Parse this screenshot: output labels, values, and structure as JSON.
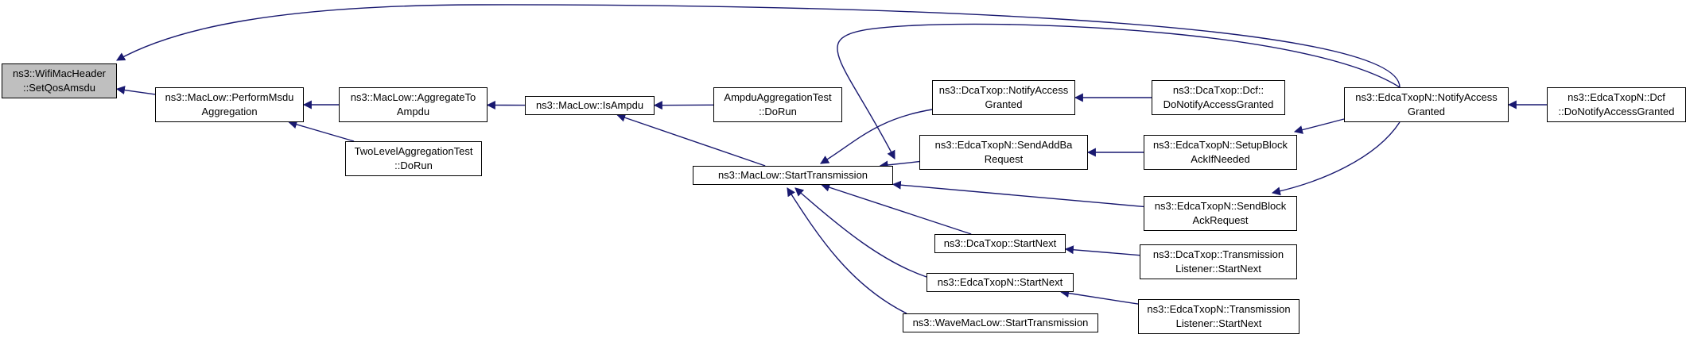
{
  "graph": {
    "nodes": [
      {
        "id": "setqos",
        "lines": [
          "ns3::WifiMacHeader",
          "::SetQosAmsdu"
        ],
        "focus": true
      },
      {
        "id": "perform",
        "lines": [
          "ns3::MacLow::PerformMsdu",
          "Aggregation"
        ]
      },
      {
        "id": "aggregate",
        "lines": [
          "ns3::MacLow::AggregateTo",
          "Ampdu"
        ]
      },
      {
        "id": "twolevel",
        "lines": [
          "TwoLevelAggregationTest",
          "::DoRun"
        ]
      },
      {
        "id": "isampdu",
        "lines": [
          "ns3::MacLow::IsAmpdu"
        ]
      },
      {
        "id": "ampdutest",
        "lines": [
          "AmpduAggregationTest",
          "::DoRun"
        ]
      },
      {
        "id": "starttx",
        "lines": [
          "ns3::MacLow::StartTransmission"
        ]
      },
      {
        "id": "dcanotify",
        "lines": [
          "ns3::DcaTxop::NotifyAccess",
          "Granted"
        ]
      },
      {
        "id": "edcasendaddba",
        "lines": [
          "ns3::EdcaTxopN::SendAddBa",
          "Request"
        ]
      },
      {
        "id": "dcastartnext",
        "lines": [
          "ns3::DcaTxop::StartNext"
        ]
      },
      {
        "id": "edcastartnext",
        "lines": [
          "ns3::EdcaTxopN::StartNext"
        ]
      },
      {
        "id": "wavestarttx",
        "lines": [
          "ns3::WaveMacLow::StartTransmission"
        ]
      },
      {
        "id": "dcadcfnotify",
        "lines": [
          "ns3::DcaTxop::Dcf::",
          "DoNotifyAccessGranted"
        ]
      },
      {
        "id": "edcasetupblock",
        "lines": [
          "ns3::EdcaTxopN::SetupBlock",
          "AckIfNeeded"
        ]
      },
      {
        "id": "edcasendblock",
        "lines": [
          "ns3::EdcaTxopN::SendBlock",
          "AckRequest"
        ]
      },
      {
        "id": "dcatxlistener",
        "lines": [
          "ns3::DcaTxop::Transmission",
          "Listener::StartNext"
        ]
      },
      {
        "id": "edcatxlistener",
        "lines": [
          "ns3::EdcaTxopN::Transmission",
          "Listener::StartNext"
        ]
      },
      {
        "id": "edcanotify",
        "lines": [
          "ns3::EdcaTxopN::NotifyAccess",
          "Granted"
        ]
      },
      {
        "id": "edcadcfnotify",
        "lines": [
          "ns3::EdcaTxopN::Dcf",
          "::DoNotifyAccessGranted"
        ]
      }
    ],
    "edges": [
      {
        "from": "perform",
        "to": "setqos"
      },
      {
        "from": "edcanotify",
        "to": "setqos"
      },
      {
        "from": "aggregate",
        "to": "perform"
      },
      {
        "from": "twolevel",
        "to": "perform"
      },
      {
        "from": "isampdu",
        "to": "aggregate"
      },
      {
        "from": "ampdutest",
        "to": "isampdu"
      },
      {
        "from": "starttx",
        "to": "isampdu"
      },
      {
        "from": "dcanotify",
        "to": "starttx"
      },
      {
        "from": "edcanotify",
        "to": "starttx"
      },
      {
        "from": "edcasendaddba",
        "to": "starttx"
      },
      {
        "from": "edcasendblock",
        "to": "starttx"
      },
      {
        "from": "dcastartnext",
        "to": "starttx"
      },
      {
        "from": "edcastartnext",
        "to": "starttx"
      },
      {
        "from": "wavestarttx",
        "to": "starttx"
      },
      {
        "from": "dcadcfnotify",
        "to": "dcanotify"
      },
      {
        "from": "edcasetupblock",
        "to": "edcasendaddba"
      },
      {
        "from": "edcanotify",
        "to": "edcasetupblock"
      },
      {
        "from": "edcanotify",
        "to": "edcasendblock"
      },
      {
        "from": "dcatxlistener",
        "to": "dcastartnext"
      },
      {
        "from": "edcatxlistener",
        "to": "edcastartnext"
      },
      {
        "from": "edcadcfnotify",
        "to": "edcanotify"
      }
    ]
  }
}
